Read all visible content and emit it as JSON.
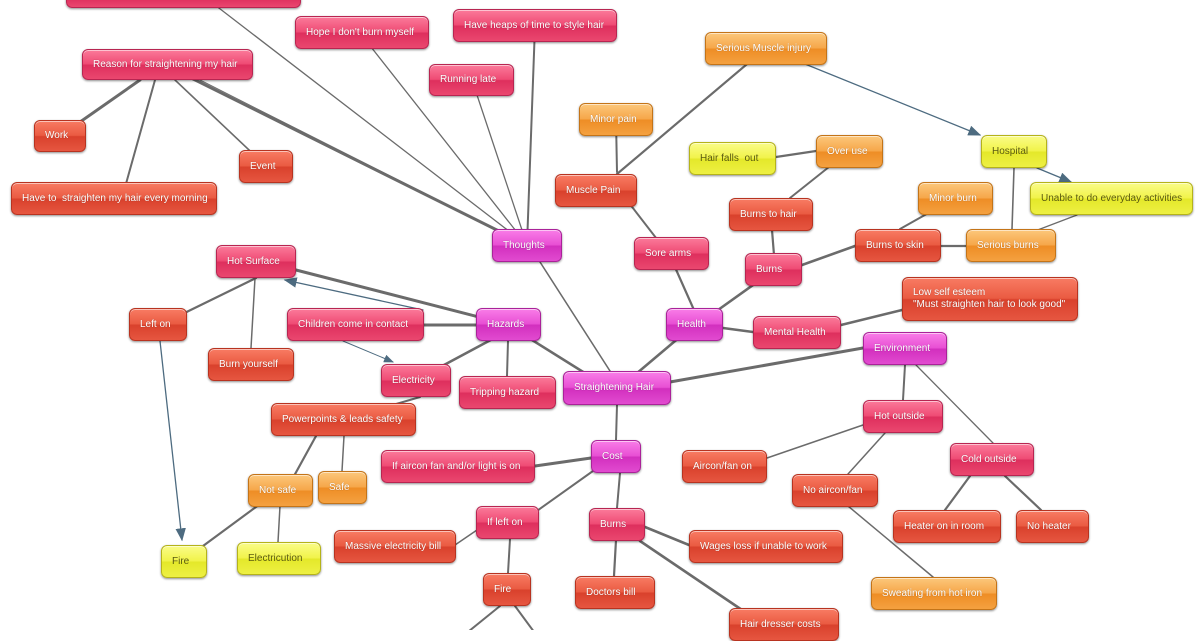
{
  "diagram": {
    "title": "Straightening Hair",
    "nodes": {
      "n_top": {
        "label": ""
      },
      "reason": {
        "label": "Reason for straightening my hair"
      },
      "hope": {
        "label": "Hope I don't burn myself"
      },
      "heaps": {
        "label": "Have heaps of time to style hair"
      },
      "running": {
        "label": "Running late"
      },
      "work": {
        "label": "Work"
      },
      "event": {
        "label": "Event"
      },
      "have_to": {
        "label": "Have to  straighten my hair every morning"
      },
      "thoughts": {
        "label": "Thoughts"
      },
      "serious_injury": {
        "label": "Serious Muscle injury"
      },
      "minor_pain": {
        "label": "Minor pain"
      },
      "muscle_pain": {
        "label": "Muscle Pain"
      },
      "sore_arms": {
        "label": "Sore arms"
      },
      "hospital": {
        "label": "Hospital"
      },
      "hair_falls": {
        "label": "Hair falls  out"
      },
      "over_use": {
        "label": "Over use"
      },
      "unable": {
        "label": "Unable to do everyday activities"
      },
      "burns_hair": {
        "label": "Burns to hair"
      },
      "minor_burn": {
        "label": "Minor burn"
      },
      "burns_skin": {
        "label": "Burns to skin"
      },
      "serious_burns": {
        "label": "Serious burns"
      },
      "burns_h": {
        "label": "Burns"
      },
      "hot_surface": {
        "label": "Hot Surface"
      },
      "left_on": {
        "label": "Left on"
      },
      "burn_yourself": {
        "label": "Burn yourself"
      },
      "children": {
        "label": "Children come in contact"
      },
      "hazards": {
        "label": "Hazards"
      },
      "health": {
        "label": "Health"
      },
      "low_esteem": {
        "label": "Low self esteem\n\"Must straighten hair to look good\""
      },
      "mental": {
        "label": "Mental Health"
      },
      "environment": {
        "label": "Environment"
      },
      "electricity": {
        "label": "Electricity"
      },
      "tripping": {
        "label": "Tripping hazard"
      },
      "straightening": {
        "label": "Straightening Hair"
      },
      "powerpoints": {
        "label": "Powerpoints & leads safety"
      },
      "hot_outside": {
        "label": "Hot outside"
      },
      "aircon_left": {
        "label": "If aircon fan and/or light is on"
      },
      "cost": {
        "label": "Cost"
      },
      "not_safe": {
        "label": "Not safe"
      },
      "safe": {
        "label": "Safe"
      },
      "aircon_on": {
        "label": "Aircon/fan on"
      },
      "cold_outside": {
        "label": "Cold outside"
      },
      "no_aircon": {
        "label": "No aircon/fan"
      },
      "if_left_on": {
        "label": "If left on"
      },
      "burns_c": {
        "label": "Burns"
      },
      "wages": {
        "label": "Wages loss if unable to work"
      },
      "massive": {
        "label": "Massive electricity bill"
      },
      "fire_l": {
        "label": "Fire"
      },
      "electrocution": {
        "label": "Electricution"
      },
      "heater_on": {
        "label": "Heater on in room"
      },
      "no_heater": {
        "label": "No heater"
      },
      "fire_c": {
        "label": "Fire"
      },
      "doctors": {
        "label": "Doctors bill"
      },
      "sweating": {
        "label": "Sweating from hot iron"
      },
      "hairdresser": {
        "label": "Hair dresser costs"
      }
    },
    "colors": {
      "edge": "#6b6b6b",
      "arrow": "#4d6b80"
    }
  }
}
